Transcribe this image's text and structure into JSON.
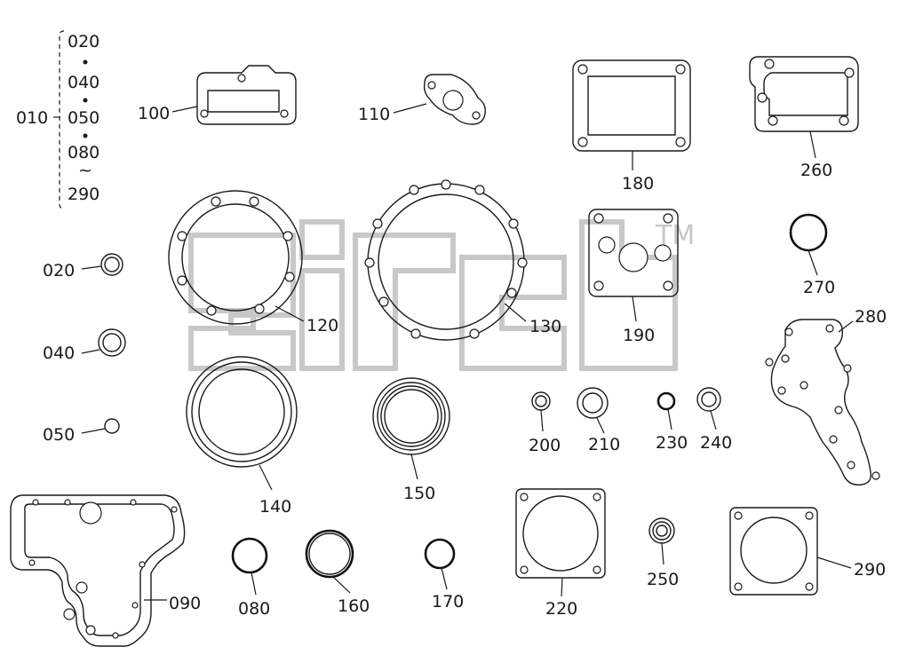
{
  "callouts": {
    "c010": "010",
    "c020": "020",
    "c040": "040",
    "c050": "050",
    "c080": "080",
    "c290": "290",
    "c090": "090",
    "c100": "100",
    "c110": "110",
    "c120": "120",
    "c130": "130",
    "c140": "140",
    "c150": "150",
    "c160": "160",
    "c170": "170",
    "c180": "180",
    "c190": "190",
    "c200": "200",
    "c210": "210",
    "c220": "220",
    "c230": "230",
    "c240": "240",
    "c250": "250",
    "c260": "260",
    "c270": "270",
    "c280": "280"
  },
  "set_list": {
    "items": [
      "020",
      "040",
      "050",
      "080",
      "290"
    ],
    "range_mark": "~"
  },
  "watermark": {
    "trademark": "TM"
  },
  "colors": {
    "line": "#1a1a1a",
    "watermark": "#c8c8c8",
    "background": "#ffffff"
  }
}
